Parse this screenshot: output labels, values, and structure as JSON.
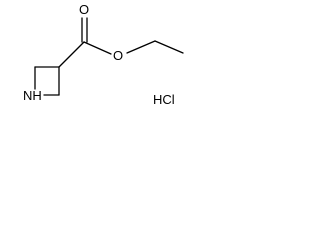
{
  "structure": {
    "atoms": {
      "carbonyl_oxygen": "O",
      "ester_oxygen": "O",
      "ring_nitrogen": "NH"
    },
    "salt": "HCl"
  },
  "colors": {
    "bond": "#000000",
    "text": "#000000",
    "background": "#ffffff"
  }
}
